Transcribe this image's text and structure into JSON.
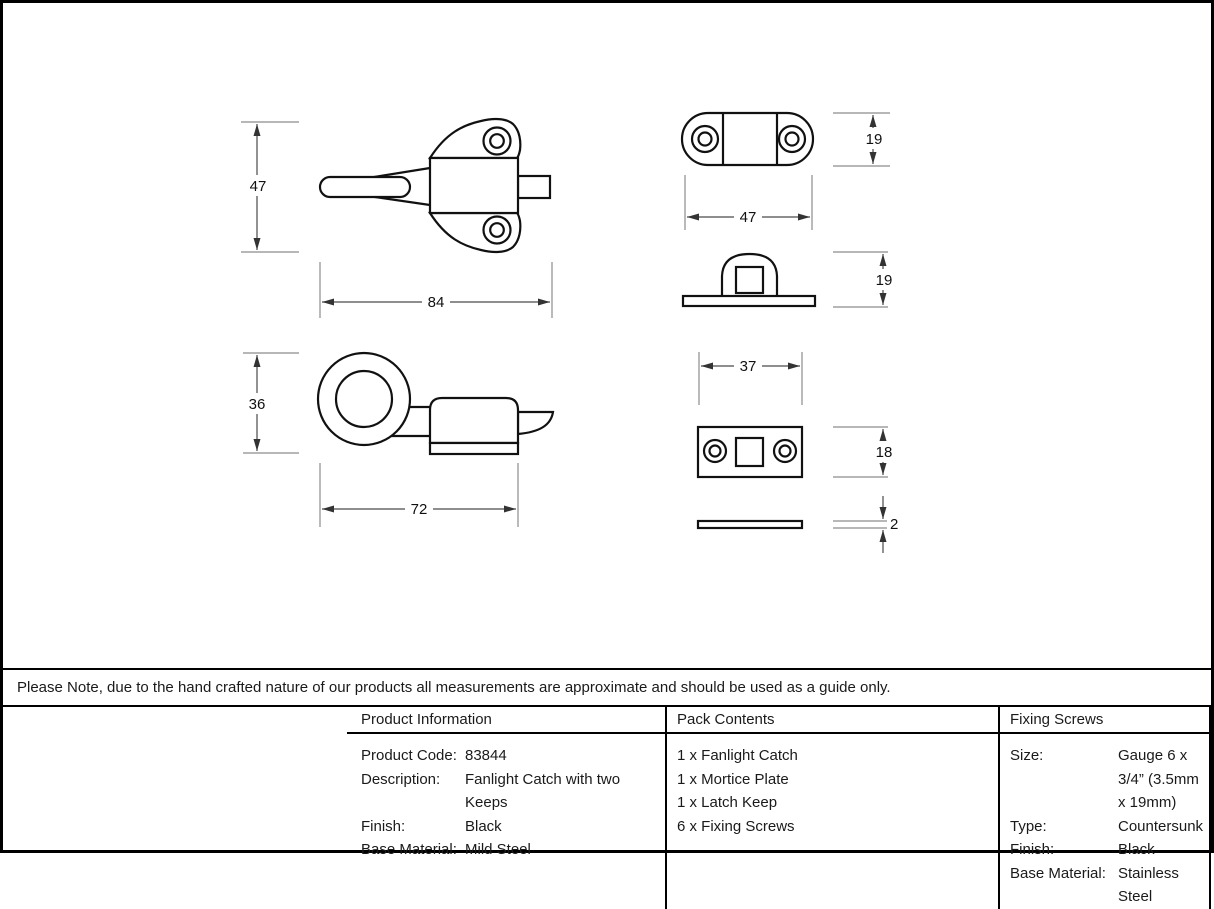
{
  "note": "Please Note, due to the hand crafted nature of our products all measurements are approximate and should be used as a guide only.",
  "table": {
    "product_info": {
      "header": "Product Information",
      "rows": [
        {
          "label": "Product Code:",
          "value": "83844"
        },
        {
          "label": "Description:",
          "value": "Fanlight Catch with two Keeps"
        },
        {
          "label": "Finish:",
          "value": "Black"
        },
        {
          "label": "Base Material:",
          "value": "Mild Steel"
        }
      ]
    },
    "pack_contents": {
      "header": "Pack Contents",
      "items": [
        "1 x Fanlight Catch",
        "1 x Mortice Plate",
        "1 x Latch Keep",
        "6 x Fixing Screws"
      ]
    },
    "fixing_screws": {
      "header": "Fixing Screws",
      "rows": [
        {
          "label": "Size:",
          "value": "Gauge 6 x 3/4” (3.5mm x 19mm)"
        },
        {
          "label": "Type:",
          "value": "Countersunk"
        },
        {
          "label": "Finish:",
          "value": "Black"
        },
        {
          "label": "Base Material:",
          "value": "Stainless Steel"
        }
      ]
    }
  },
  "dimensions": {
    "catch_top_height": "47",
    "catch_top_length": "84",
    "mortice_plate_height": "19",
    "mortice_plate_length": "47",
    "latch_keep_height": "19",
    "catch_side_height": "36",
    "catch_side_length": "72",
    "keep_plate_length": "37",
    "keep_plate_height": "18",
    "packer_thickness": "2"
  },
  "colors": {
    "part_line": "#111111",
    "dimension_line": "#4a4a4a",
    "extension_line": "#8c8c8c",
    "background": "#ffffff"
  }
}
